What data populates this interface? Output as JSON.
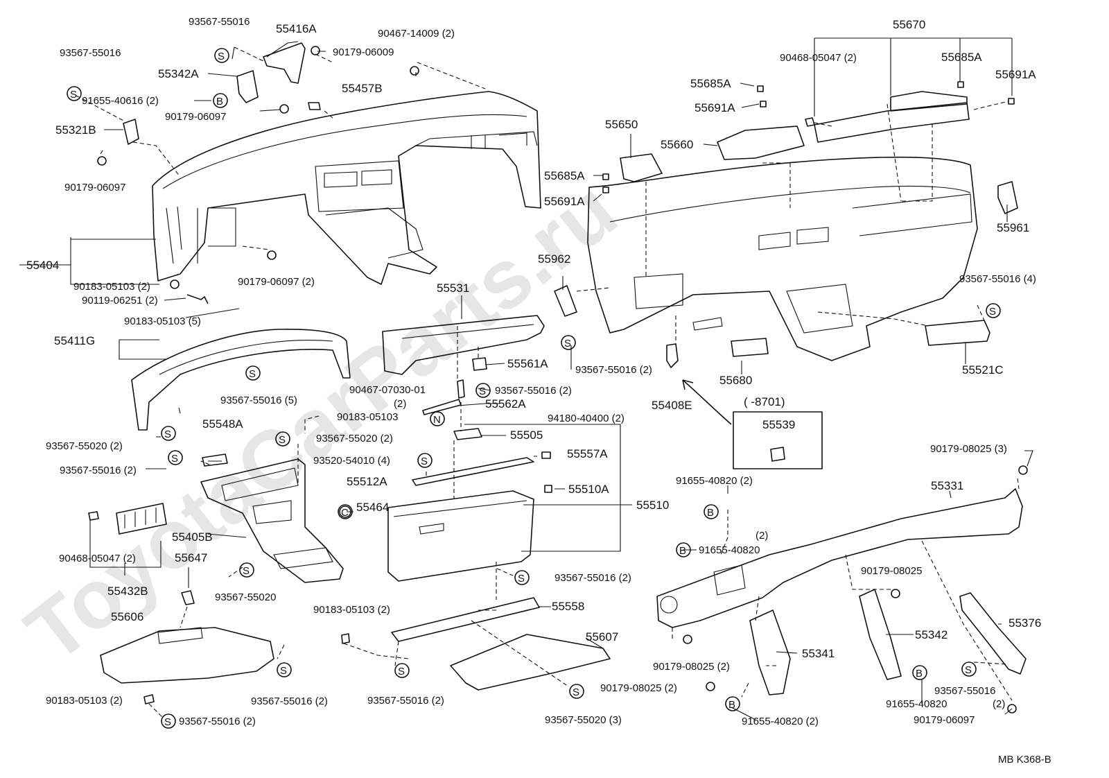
{
  "watermark": "ToyotaCarParts.ru",
  "footer": {
    "code": "MB  K368-B"
  },
  "labels": {
    "l_93567_55016_a": "93567-55016",
    "l_55416A": "55416A",
    "l_90467_14009": "90467-14009 (2)",
    "l_93567_55016_b": "93567-55016",
    "l_90179_06009": "90179-06009",
    "l_55342A": "55342A",
    "l_55457B": "55457B",
    "l_91655_40616": "91655-40616 (2)",
    "l_90179_06097_a": "90179-06097",
    "l_55321B": "55321B",
    "l_90179_06097_b": "90179-06097",
    "l_55404": "55404",
    "l_90183_05103_a": "90183-05103 (2)",
    "l_90119_06251": "90119-06251 (2)",
    "l_90179_06097_c": "90179-06097 (2)",
    "l_90183_05103_b": "90183-05103 (5)",
    "l_55411G": "55411G",
    "l_93567_55016_c": "93567-55016 (5)",
    "l_93567_55020_a": "93567-55020 (2)",
    "l_55548A": "55548A",
    "l_93567_55016_d": "93567-55016 (2)",
    "l_55670": "55670",
    "l_90468_05047_a": "90468-05047 (2)",
    "l_55685A_a": "55685A",
    "l_55691A_a": "55691A",
    "l_55685A_b": "55685A",
    "l_55691A_b": "55691A",
    "l_55650": "55650",
    "l_55660": "55660",
    "l_55685A_c": "55685A",
    "l_55691A_c": "55691A",
    "l_55961": "55961",
    "l_55962": "55962",
    "l_55531": "55531",
    "l_93567_55016_e": "93567-55016 (4)",
    "l_55561A": "55561A",
    "l_93567_55016_f": "93567-55016 (2)",
    "l_93567_55016_g": "93567-55016 (2)",
    "l_55680": "55680",
    "l_55521C": "55521C",
    "l_90467_07030": "90467-07030-01",
    "l_2a": "(2)",
    "l_55562A": "55562A",
    "l_55408E": "55408E",
    "l_8701": "(     -8701)",
    "l_55539": "55539",
    "l_90183_05103_c": "90183-05103",
    "l_94180_40400": "94180-40400 (2)",
    "l_93567_55020_b": "93567-55020 (2)",
    "l_55505": "55505",
    "l_93520_54010": "93520-54010 (4)",
    "l_55557A": "55557A",
    "l_55512A": "55512A",
    "l_55510A": "55510A",
    "l_55464": "55464",
    "l_55510": "55510",
    "l_55405B": "55405B",
    "l_90468_05047_b": "90468-05047 (2)",
    "l_55432B": "55432B",
    "l_55647": "55647",
    "l_93567_55020_c": "93567-55020",
    "l_93567_55016_h": "93567-55016 (2)",
    "l_55558": "55558",
    "l_90183_05103_d": "90183-05103 (2)",
    "l_55606": "55606",
    "l_55607": "55607",
    "l_93567_55016_i": "93567-55016 (2)",
    "l_90183_05103_e": "90183-05103 (2)",
    "l_93567_55016_j": "93567-55016 (2)",
    "l_93567_55016_k": "93567-55016 (2)",
    "l_93567_55020_d": "93567-55020 (3)",
    "l_90179_08025_a": "90179-08025 (3)",
    "l_91655_40820_a": "91655-40820 (2)",
    "l_55331": "55331",
    "l_2b": "(2)",
    "l_91655_40820_b": "91655-40820",
    "l_90179_08025_b": "90179-08025",
    "l_55376": "55376",
    "l_55342": "55342",
    "l_55341": "55341",
    "l_90179_08025_c": "90179-08025 (2)",
    "l_90179_08025_d": "90179-08025 (2)",
    "l_91655_40820_c": "91655-40820 (2)",
    "l_93567_55016_l": "93567-55016",
    "l_91655_40820_d": "91655-40820",
    "l_2c": "(2)",
    "l_90179_06097_d": "90179-06097"
  },
  "markers": {
    "s": "S",
    "b": "B",
    "n": "N",
    "c": "C"
  }
}
